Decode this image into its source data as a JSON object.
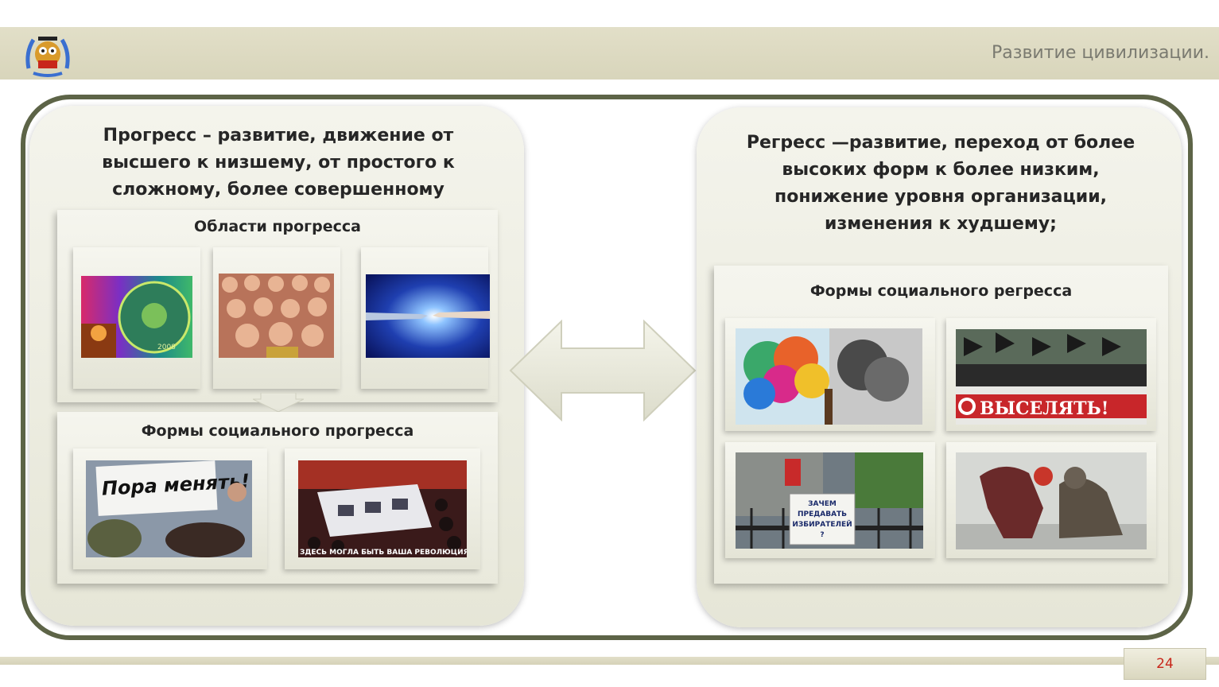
{
  "header": {
    "title": "Развитие цивилизации."
  },
  "footer": {
    "page_number": "24"
  },
  "left": {
    "definition": [
      "Прогресс – развитие, движение от",
      "высшего к низшему, от простого к",
      "сложному, более совершенному"
    ],
    "areas_title": "Области прогресса",
    "forms_title": "Формы социального прогресса",
    "photo_captions": {
      "protest_sign": "Пора менять!",
      "revolution": "ЗДЕСЬ МОГЛА БЫТЬ ВАША РЕВОЛЮЦИЯ!",
      "coin_year": "2008"
    }
  },
  "right": {
    "definition": [
      "Регресс —развитие, переход от более",
      "высоких форм к более низким,",
      "понижение уровня организации,",
      "изменения к худшему;"
    ],
    "forms_title": "Формы социального регресса",
    "photo_captions": {
      "banner": "ВЫСЕЛЯТЬ!",
      "sign": [
        "ЗАЧЕМ",
        "ПРЕДАВАТЬ",
        "ИЗБИРАТЕЛЕЙ",
        "?"
      ]
    }
  }
}
